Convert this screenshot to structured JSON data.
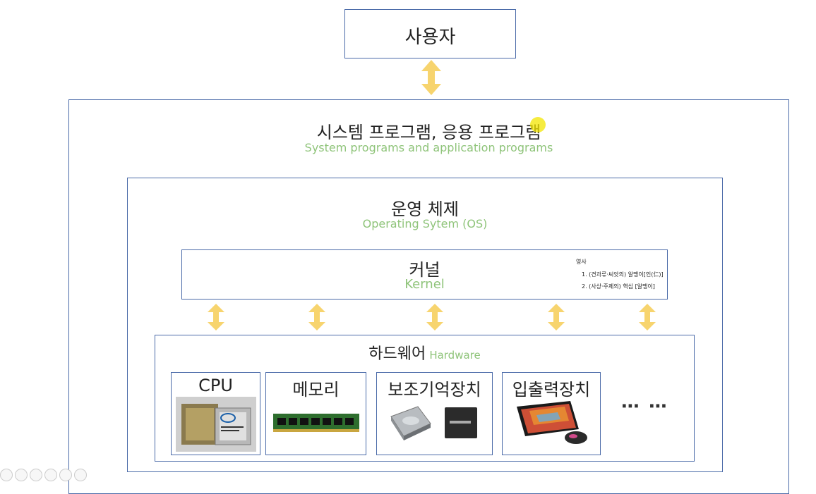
{
  "user": {
    "label": "사용자"
  },
  "system_programs": {
    "ko": "시스템 프로그램, 응용 프로그램",
    "en": "System programs and application programs"
  },
  "os": {
    "ko": "운영 체제",
    "en": "Operating Sytem (OS)"
  },
  "kernel": {
    "ko": "커널",
    "en": "Kernel",
    "note_title": "영사",
    "note_line1": "1. (견과류·씨앗의) 알맹이[인(仁)]",
    "note_line2": "2. (사상·주제의) 핵심 [알맹이]"
  },
  "hardware": {
    "ko": "하드웨어",
    "en": "Hardware",
    "items": [
      {
        "label": "CPU"
      },
      {
        "label": "메모리"
      },
      {
        "label": "보조기억장치"
      },
      {
        "label": "입출력장치"
      }
    ],
    "more": "⋯ ⋯"
  },
  "colors": {
    "border": "#4a6aa8",
    "arrow": "#f7d46e",
    "english_text": "#8fc47a",
    "highlight": "#f3e500"
  }
}
